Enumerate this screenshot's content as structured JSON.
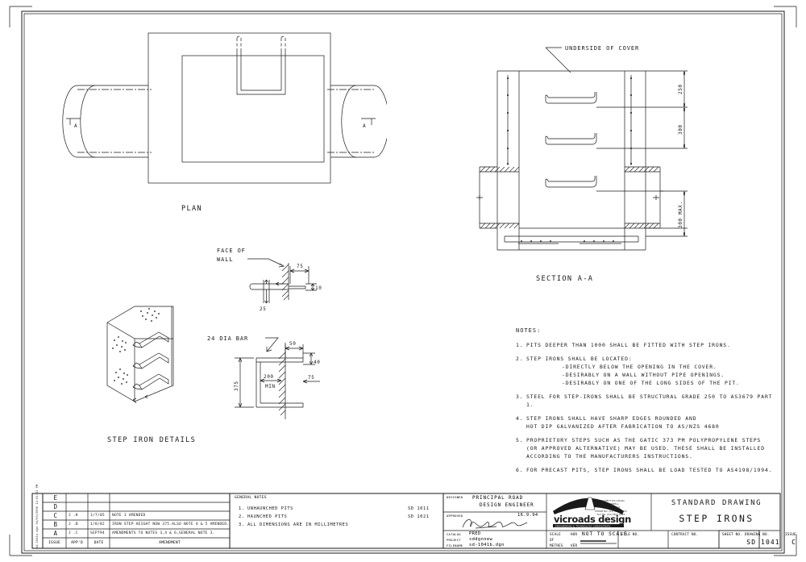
{
  "document": {
    "type": "engineering-standard-drawing",
    "title": "STANDARD DRAWING",
    "subject": "STEP IRONS",
    "drawing_no": "SD 1041",
    "issue": "C"
  },
  "views": {
    "plan": {
      "label": "PLAN",
      "section_mark_left": "A",
      "section_mark_right": "A"
    },
    "section": {
      "label": "SECTION A-A",
      "callout": "UNDERSIDE OF COVER",
      "dims": [
        "250",
        "300",
        "300 MAX."
      ]
    },
    "wall_detail": {
      "callout_line1": "FACE OF",
      "callout_line2": "WALL",
      "dims": [
        "75",
        "10",
        "25"
      ]
    },
    "bar_detail": {
      "callout": "24 DIA BAR",
      "dims": [
        "50",
        "40",
        "75",
        "375",
        "200",
        "MIN"
      ]
    },
    "iso": {
      "label": "STEP IRON DETAILS"
    }
  },
  "notes": {
    "heading": "NOTES:",
    "items": [
      {
        "num": "1.",
        "lines": [
          "PITS DEEPER THAN 1000 SHALL BE FITTED WITH STEP IRONS."
        ]
      },
      {
        "num": "2.",
        "lines": [
          "STEP IRONS SHALL BE LOCATED:",
          "-DIRECTLY BELOW  THE OPENING IN THE COVER.",
          "-DESIRABLY ON A WALL WITHOUT PIPE OPENINGS.",
          "-DESIRABLY ON ONE OF THE LONG SIDES OF THE PIT."
        ]
      },
      {
        "num": "3.",
        "lines": [
          "STEEL FOR STEP-IRONS SHALL BE STRUCTURAL GRADE 250 TO AS3679 PART 1."
        ]
      },
      {
        "num": "4.",
        "lines": [
          "STEP IRONS SHALL HAVE SHARP EDGES ROUNDED AND",
          "HOT DIP GALVANIZED AFTER FABRICATION TO AS/NZS 4680"
        ]
      },
      {
        "num": "5.",
        "lines": [
          "PROPRIETORY STEPS SUCH AS THE GATIC 373 PM POLYPROPYLENE STEPS",
          "(OR APPROVED ALTERNATIVE) MAY BE USED. THESE SHALL BE INSTALLED",
          "ACCORDING TO THE MANUFACTURERS INSTRUCTIONS."
        ]
      },
      {
        "num": "6.",
        "lines": [
          "FOR PRECAST PITS, STEP IRONS SHALL BE LOAD TESTED TO AS4198/1994."
        ]
      }
    ]
  },
  "amendment_table": {
    "headers": [
      "ISSUE",
      "APP'D",
      "DATE",
      "AMENDMENT"
    ],
    "rows": [
      {
        "issue": "E",
        "approved": "",
        "date": "",
        "amendment": ""
      },
      {
        "issue": "D",
        "approved": "",
        "date": "",
        "amendment": ""
      },
      {
        "issue": "C",
        "approved": "J .K",
        "date": "1/7/05",
        "amendment": "NOTE 3 AMENDED"
      },
      {
        "issue": "B",
        "approved": "J .B",
        "date": "1/8/02",
        "amendment": "IRON STEP  HEIGHT NOW 375.ALSO  NOTE 4 & 5 AMENDED."
      },
      {
        "issue": "A",
        "approved": "J .C",
        "date": "SEPT94",
        "amendment": "AMENDMENTS TO NOTES 3,4 & 6,GENERAL NOTE 3."
      }
    ],
    "side_text": "sd-1041b.dgn  30/03/2006 12:01:52 PM"
  },
  "general_notes": {
    "heading": "GENERAL NOTES",
    "items": [
      {
        "num": "1.",
        "text": "UNHAUNCHED PITS",
        "ref": "SD 1011"
      },
      {
        "num": "2.",
        "text": "HAUNCHED PITS",
        "ref": "SD 1021"
      },
      {
        "num": "3.",
        "text": "ALL DIMENSIONS ARE IN MILLIMETRES",
        "ref": ""
      }
    ]
  },
  "title_block": {
    "designed_label": "DESIGNED",
    "designed_value_l1": "PRINCIPAL ROAD",
    "designed_value_l2": "DESIGN ENGINEER",
    "approved_label": "APPROVED",
    "approved_date": "16.9.94",
    "catalog_label": "CATALOG",
    "catalog_value": "PRED",
    "project_label": "PROJECT",
    "project_value": "sddgnnew",
    "filename_label": "FILENAME",
    "filename_value": "sd-1041b.dgn",
    "scale_label_1": "SCALE",
    "scale_label_2": "OF",
    "scale_label_3": "METRES",
    "scale_hor": "HOR",
    "scale_ver": "VER",
    "scale_value": "NOT TO SCALE",
    "file_no_label": "FILE NO.",
    "file_no_value": "",
    "contract_no_label": "CONTRACT NO.",
    "contract_no_value": "",
    "sheet_no_label": "SHEET NO.",
    "sheet_no_value": "",
    "drawing_no_label": "DRAWING NO.",
    "drawing_no_value": "SD 1041",
    "issue_label": "ISSUE",
    "issue_value": "C",
    "logo": {
      "brand": "vicroads design",
      "tagline": "ENGINEERING & TECHNOLOGY CONSULTANTS",
      "address_lines": [
        "3 PROSPECT HILL ROAD,",
        "CAMBERWELL,",
        "VICTORIA, 3124",
        "PHONE NO. (03) 9881 8300",
        "FAX NO. (03) 9811 8329"
      ]
    }
  },
  "colors": {
    "ink": "#1a1a1a",
    "paper": "#ffffff",
    "border": "#000000"
  }
}
